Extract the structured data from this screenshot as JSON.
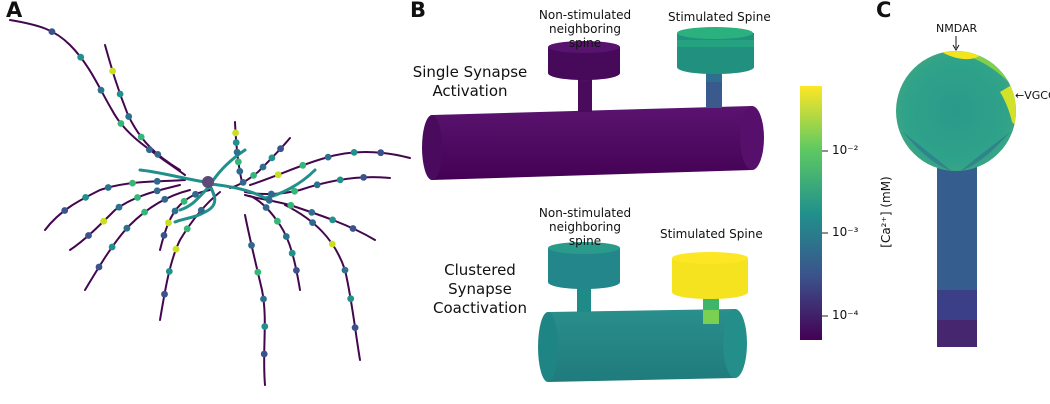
{
  "panels": {
    "a": "A",
    "b": "B",
    "c": "C"
  },
  "panel_b": {
    "top": {
      "neighbor_label": "Non-stimulated\nneighboring spine",
      "stim_label": "Stimulated Spine",
      "condition": "Single Synapse\nActivation"
    },
    "bottom": {
      "neighbor_label": "Non-stimulated\nneighboring spine",
      "stim_label": "Stimulated Spine",
      "condition": "Clustered Synapse\nCoactivation"
    }
  },
  "colorbar": {
    "label": "[Ca²⁺] (mM)",
    "ticks": [
      "10⁻²",
      "10⁻³",
      "10⁻⁴"
    ],
    "colormap": [
      "#440154",
      "#3b528b",
      "#21918c",
      "#5ec962",
      "#fde725"
    ]
  },
  "panel_c": {
    "nmdar_label": "NMDAR",
    "vgcc_label": "←VGCC"
  }
}
